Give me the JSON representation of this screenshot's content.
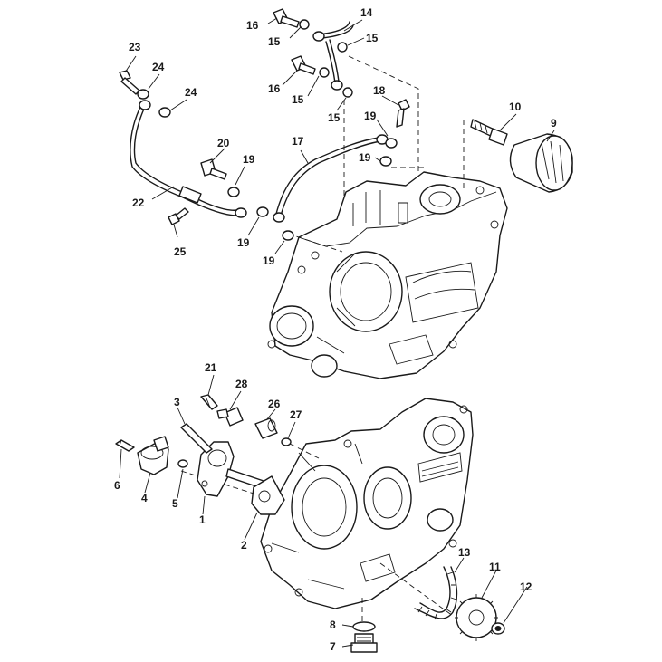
{
  "callouts": {
    "c1": "1",
    "c2": "2",
    "c3": "3",
    "c4": "4",
    "c5": "5",
    "c6": "6",
    "c7": "7",
    "c8": "8",
    "c9": "9",
    "c10": "10",
    "c11": "11",
    "c12": "12",
    "c13": "13",
    "c14": "14",
    "c15a": "15",
    "c15b": "15",
    "c15c": "15",
    "c15d": "15",
    "c16a": "16",
    "c16b": "16",
    "c17": "17",
    "c18": "18",
    "c19a": "19",
    "c19b": "19",
    "c19c": "19",
    "c19d": "19",
    "c19e": "19",
    "c20": "20",
    "c21": "21",
    "c22": "22",
    "c23": "23",
    "c24a": "24",
    "c24b": "24",
    "c25": "25",
    "c26": "26",
    "c27": "27",
    "c28": "28"
  }
}
